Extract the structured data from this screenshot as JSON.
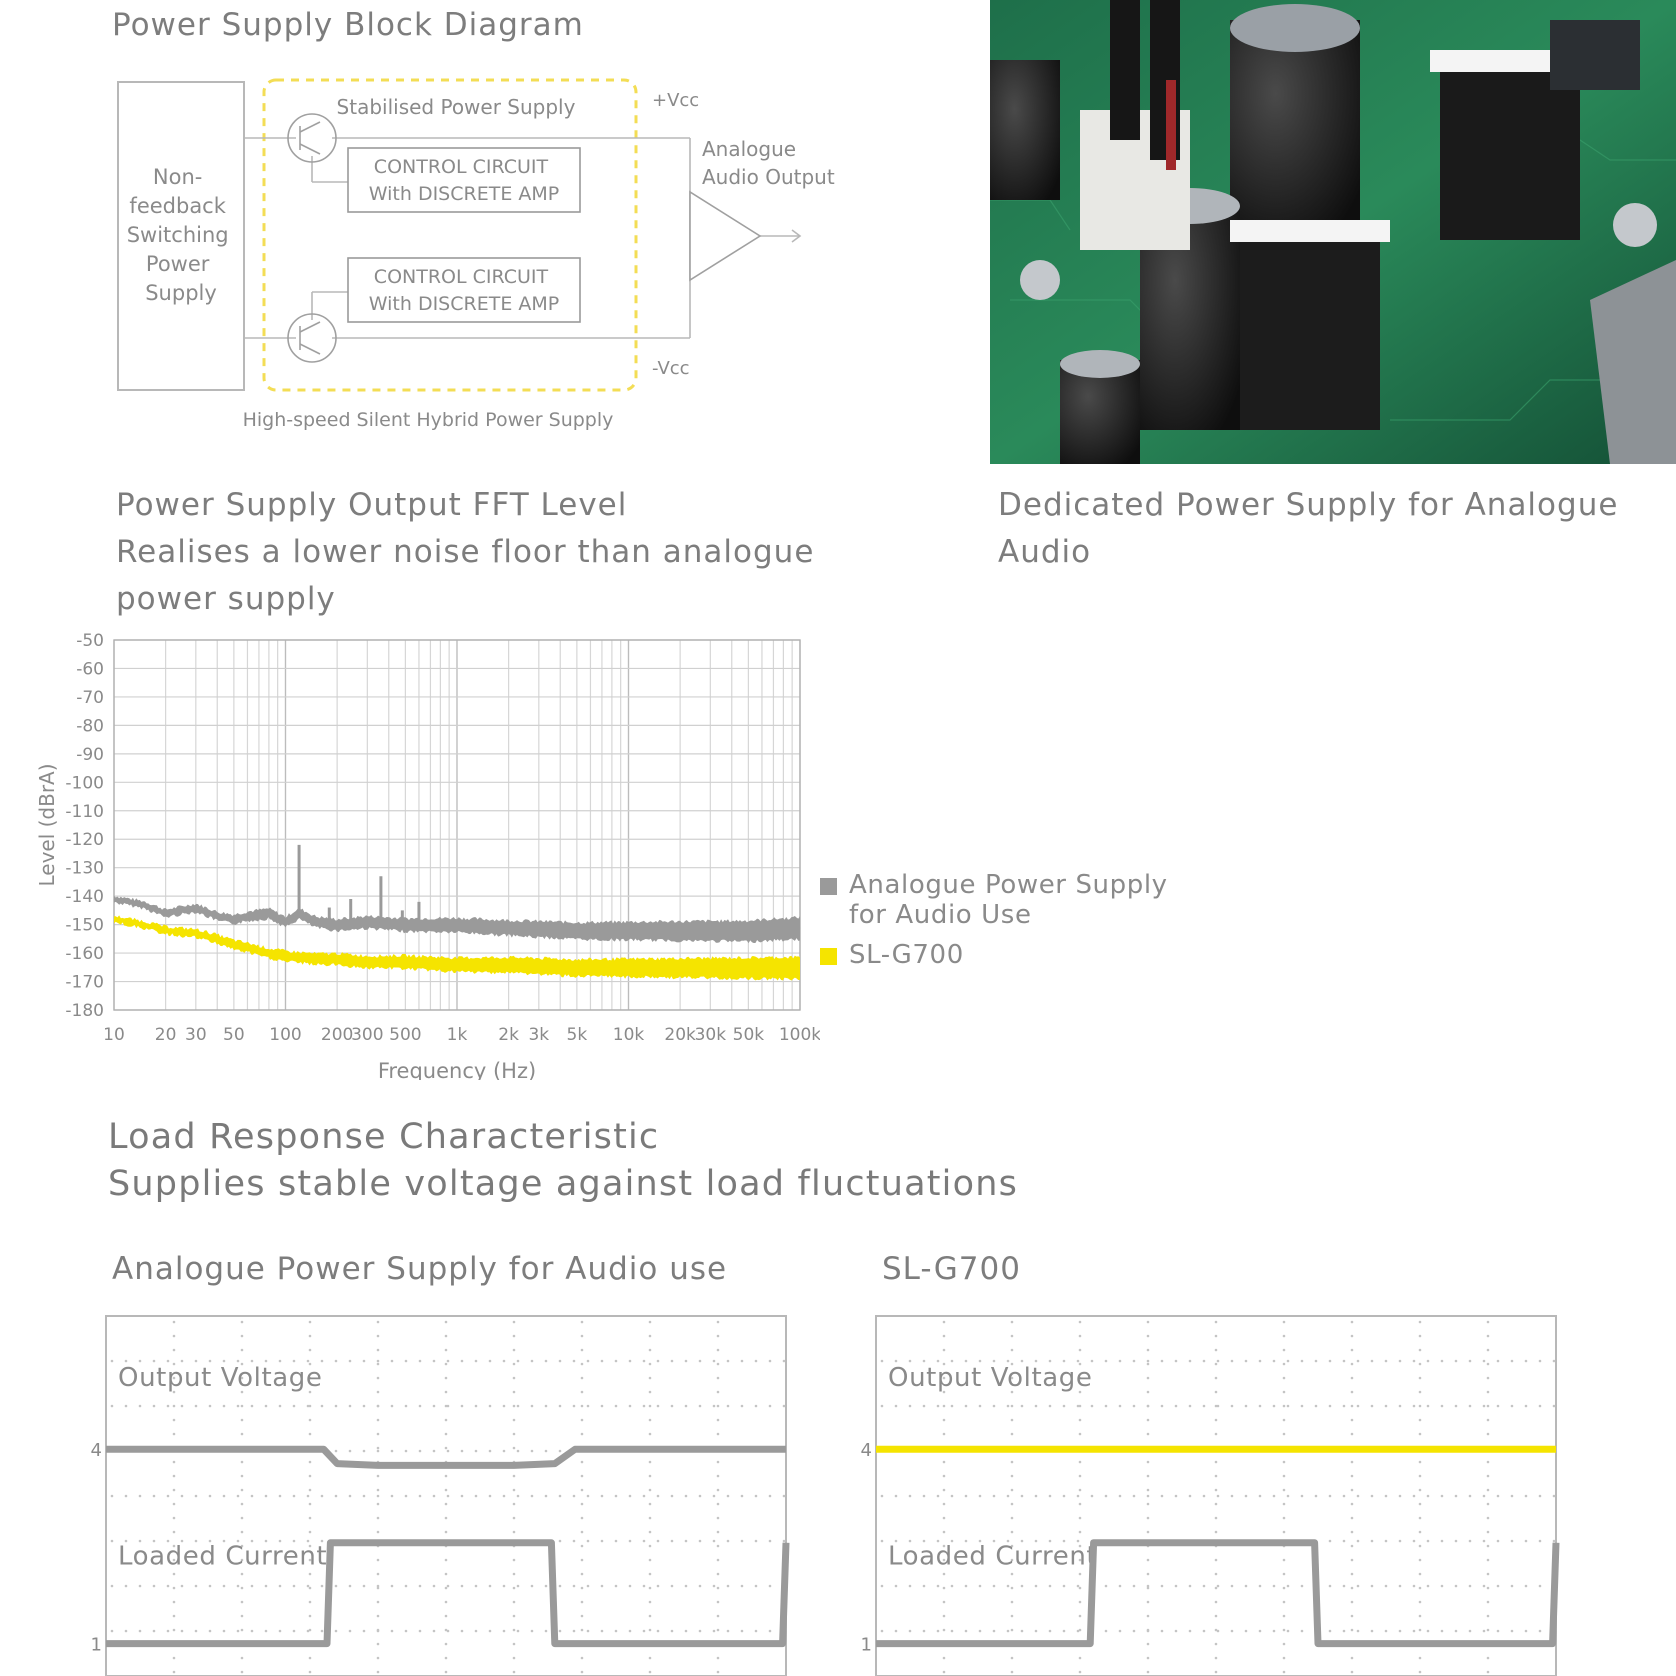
{
  "block_diagram": {
    "title": "Power Supply Block Diagram",
    "switching_block": [
      "Non-",
      "feedback",
      "Switching",
      "Power",
      "Supply"
    ],
    "stabilised_label": "Stabilised Power Supply",
    "control_circuit_1": [
      "CONTROL CIRCUIT",
      "With DISCRETE AMP"
    ],
    "control_circuit_2": [
      "CONTROL CIRCUIT",
      "With DISCRETE AMP"
    ],
    "vcc_plus": "+Vcc",
    "vcc_minus": "-Vcc",
    "output_label": [
      "Analogue",
      "Audio Output"
    ],
    "caption": "High-speed Silent Hybrid Power Supply"
  },
  "photo": {
    "caption": [
      "Dedicated Power Supply for Analogue",
      "Audio"
    ]
  },
  "fft": {
    "heading": [
      "Power Supply Output FFT Level",
      "Realises a lower noise floor than analogue",
      "power supply"
    ],
    "legend": [
      {
        "label": [
          "Analogue Power Supply",
          "for Audio Use"
        ],
        "color": "#9a9a9a"
      },
      {
        "label": [
          "SL-G700"
        ],
        "color": "#f5e400"
      }
    ]
  },
  "chart_data": [
    {
      "type": "line",
      "xlabel": "Frequency (Hz)",
      "ylabel": "Level (dBrA)",
      "x_scale": "log",
      "xlim": [
        10,
        100000
      ],
      "ylim": [
        -180,
        -50
      ],
      "grid": true,
      "legend_position": "right",
      "x_ticks": [
        10,
        20,
        30,
        50,
        100,
        200,
        300,
        500,
        1000,
        2000,
        3000,
        5000,
        10000,
        20000,
        30000,
        50000,
        100000
      ],
      "x_tick_labels": [
        "10",
        "20",
        "30",
        "50",
        "100",
        "200",
        "300",
        "500",
        "1k",
        "2k",
        "3k",
        "5k",
        "10k",
        "20k",
        "30k",
        "50k",
        "100k"
      ],
      "y_ticks": [
        -50,
        -60,
        -70,
        -80,
        -90,
        -100,
        -110,
        -120,
        -130,
        -140,
        -150,
        -160,
        -170,
        -180
      ],
      "y_tick_labels": [
        "-50",
        "-60",
        "-70",
        "-80",
        "-90",
        "-100",
        "-110",
        "-120",
        "-130",
        "-140",
        "-150",
        "-160",
        "-170",
        "-180"
      ],
      "series": [
        {
          "name": "Analogue Power Supply for Audio Use",
          "color": "#9a9a9a",
          "x": [
            10,
            15,
            20,
            30,
            40,
            50,
            60,
            80,
            100,
            120,
            150,
            200,
            300,
            500,
            1000,
            2000,
            5000,
            10000,
            20000,
            50000,
            100000
          ],
          "y": [
            -141,
            -143,
            -146,
            -144,
            -147,
            -148,
            -147,
            -146,
            -149,
            -146,
            -149,
            -150,
            -149,
            -150,
            -150,
            -151,
            -152,
            -152,
            -152,
            -152,
            -151
          ]
        },
        {
          "name": "SL-G700",
          "color": "#f5e400",
          "x": [
            10,
            15,
            20,
            30,
            40,
            50,
            60,
            80,
            100,
            150,
            200,
            300,
            500,
            1000,
            2000,
            5000,
            10000,
            20000,
            50000,
            100000
          ],
          "y": [
            -148,
            -150,
            -152,
            -153,
            -155,
            -157,
            -158,
            -160,
            -161,
            -162,
            -162,
            -163,
            -163,
            -164,
            -164,
            -165,
            -165,
            -165,
            -165,
            -165
          ]
        }
      ],
      "peaks": [
        {
          "series": "Analogue Power Supply for Audio Use",
          "x": 120,
          "y": -122
        },
        {
          "series": "Analogue Power Supply for Audio Use",
          "x": 180,
          "y": -144
        },
        {
          "series": "Analogue Power Supply for Audio Use",
          "x": 240,
          "y": -141
        },
        {
          "series": "Analogue Power Supply for Audio Use",
          "x": 360,
          "y": -133
        },
        {
          "series": "Analogue Power Supply for Audio Use",
          "x": 480,
          "y": -145
        },
        {
          "series": "Analogue Power Supply for Audio Use",
          "x": 600,
          "y": -142
        }
      ]
    },
    {
      "type": "line",
      "title": "Analogue Power Supply for Audio use",
      "labels": [
        "Output Voltage",
        "Loaded Current"
      ],
      "channel_markers": [
        "4",
        "1"
      ],
      "series": [
        {
          "name": "Output Voltage",
          "color": "#9a9a9a",
          "t": [
            0,
            0.32,
            0.34,
            0.4,
            0.6,
            0.66,
            0.69,
            1.0
          ],
          "level": [
            0.63,
            0.63,
            0.59,
            0.585,
            0.585,
            0.59,
            0.63,
            0.63
          ]
        },
        {
          "name": "Loaded Current",
          "color": "#9a9a9a",
          "t": [
            0,
            0.325,
            0.33,
            0.655,
            0.66,
            0.995,
            1.0
          ],
          "level": [
            0.09,
            0.09,
            0.37,
            0.37,
            0.09,
            0.09,
            0.37
          ]
        }
      ]
    },
    {
      "type": "line",
      "title": "SL-G700",
      "labels": [
        "Output Voltage",
        "Loaded Current"
      ],
      "channel_markers": [
        "4",
        "1"
      ],
      "series": [
        {
          "name": "Output Voltage",
          "color": "#f5e400",
          "t": [
            0,
            1.0
          ],
          "level": [
            0.63,
            0.63
          ]
        },
        {
          "name": "Loaded Current",
          "color": "#9a9a9a",
          "t": [
            0,
            0.315,
            0.32,
            0.645,
            0.65,
            0.995,
            1.0
          ],
          "level": [
            0.09,
            0.09,
            0.37,
            0.37,
            0.09,
            0.09,
            0.37
          ]
        }
      ]
    }
  ],
  "load_response": {
    "heading": [
      "Load Response Characteristic",
      "Supplies stable voltage against load fluctuations"
    ]
  }
}
